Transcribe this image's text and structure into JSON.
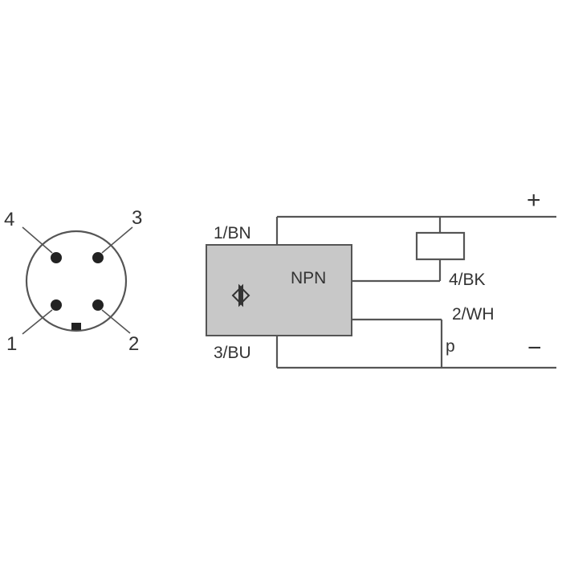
{
  "connector": {
    "pins": [
      {
        "number": "4"
      },
      {
        "number": "3"
      },
      {
        "number": "1"
      },
      {
        "number": "2"
      }
    ]
  },
  "circuit": {
    "wires": {
      "brown": "1/BN",
      "black": "4/BK",
      "white": "2/WH",
      "blue": "3/BU"
    },
    "output_type": "NPN",
    "supply_positive": "+",
    "supply_negative": "−",
    "white_wire_mark": "p"
  },
  "colors": {
    "sensor_body": "#c8c8c8",
    "line": "#555555",
    "text": "#333333"
  }
}
